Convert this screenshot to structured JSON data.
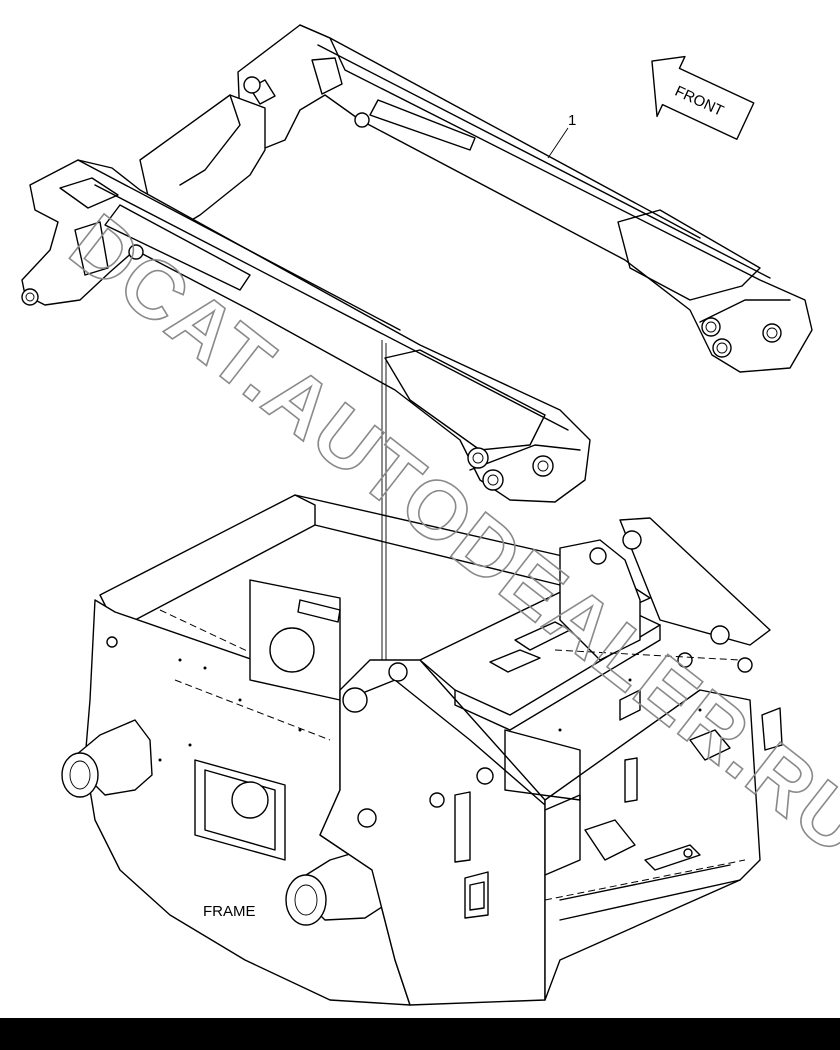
{
  "diagram": {
    "part_number_label": "1",
    "front_arrow_label": "FRONT",
    "frame_label": "FRAME",
    "watermark": "DCAT.AUTODEALER.RU"
  },
  "colors": {
    "ink": "#000000",
    "paper": "#ffffff",
    "watermark": "#8a8a8a",
    "bottom_bar": "#000000"
  }
}
